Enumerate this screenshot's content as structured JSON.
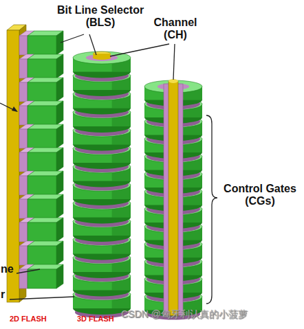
{
  "diagram": {
    "labels": [
      "Bit Line Selector (BLS)",
      "Channel (CH)",
      "Control Gates (CGs)",
      "ne",
      "r",
      "2D FLASH",
      "3D FLASH",
      "CSDN @匈牙利认真的小菠萝"
    ]
  }
}
